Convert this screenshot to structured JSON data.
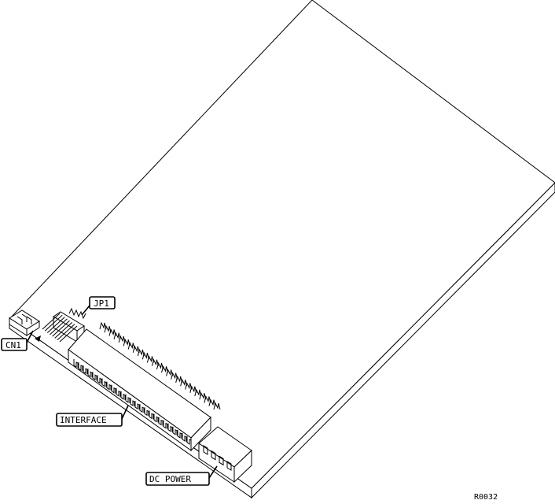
{
  "labels": {
    "jp1": "JP1",
    "cn1": "CN1",
    "interface": "INTERFACE",
    "dc_power": "DC POWER"
  },
  "figure_id": "R0032"
}
